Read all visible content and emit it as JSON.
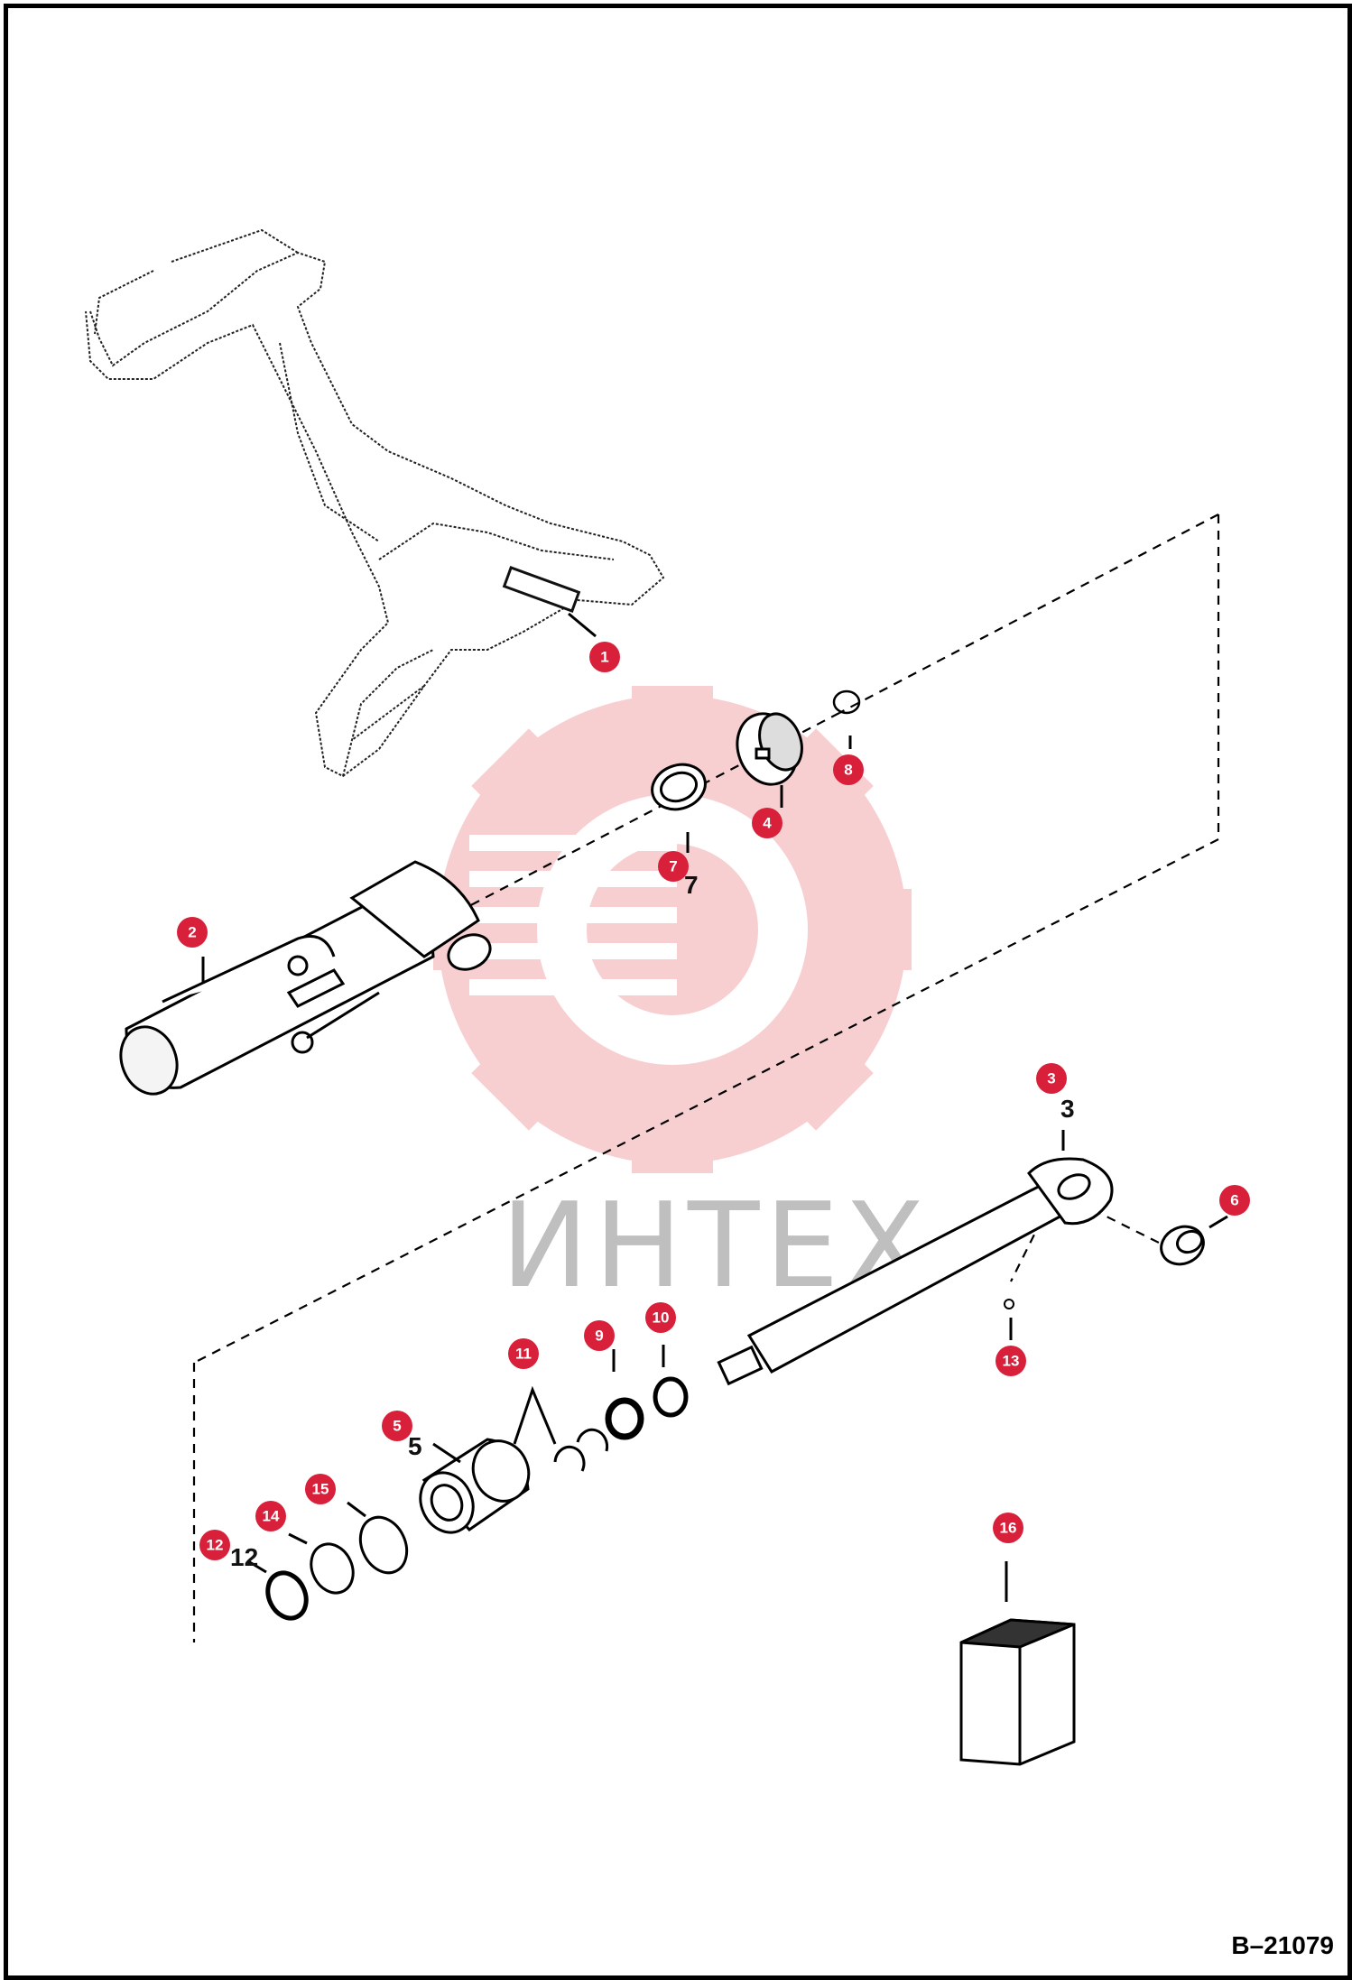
{
  "diagram": {
    "reference_code": "B–21079",
    "watermark_text": "ИНТЕХ",
    "colors": {
      "marker": "#d9203a",
      "line": "#000000",
      "watermark_gear": "#f2a8ad",
      "watermark_text": "#bfbfbf"
    },
    "callouts": [
      {
        "id": "1",
        "printed": "1"
      },
      {
        "id": "2",
        "printed": "2"
      },
      {
        "id": "3",
        "printed": "3"
      },
      {
        "id": "4",
        "printed": "4"
      },
      {
        "id": "5",
        "printed": "5"
      },
      {
        "id": "6",
        "printed": "6"
      },
      {
        "id": "7",
        "printed": "7"
      },
      {
        "id": "8",
        "printed": "8"
      },
      {
        "id": "9",
        "printed": "9"
      },
      {
        "id": "10",
        "printed": "10"
      },
      {
        "id": "11",
        "printed": "11"
      },
      {
        "id": "12",
        "printed": "12"
      },
      {
        "id": "13",
        "printed": "13"
      },
      {
        "id": "14",
        "printed": "14"
      },
      {
        "id": "15",
        "printed": "15"
      },
      {
        "id": "16",
        "printed": "16"
      }
    ]
  }
}
